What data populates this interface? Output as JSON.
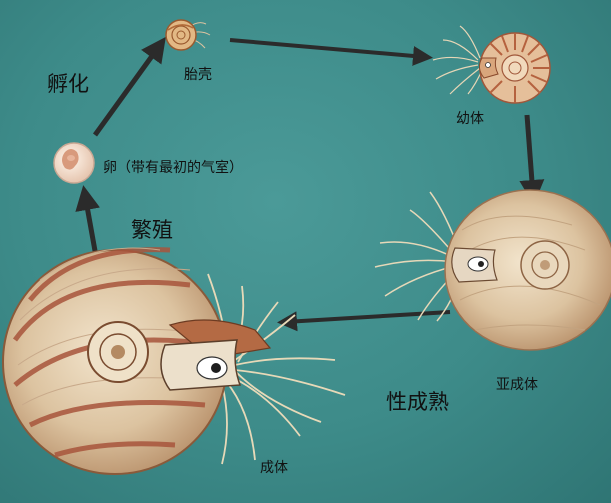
{
  "stages": {
    "embryonic_shell": "胎壳",
    "juvenile": "幼体",
    "subadult": "亚成体",
    "adult": "成体",
    "egg": "卵（带有最初的气室）"
  },
  "transitions": {
    "hatching": "孵化",
    "breeding": "繁殖",
    "maturing": "性成熟"
  },
  "colors": {
    "background": "#3d8b89",
    "arrow": "#2b2b2b",
    "shell_light": "#e9d8bf",
    "shell_stripe": "#a8553c",
    "tentacle": "#e7d9b8"
  }
}
